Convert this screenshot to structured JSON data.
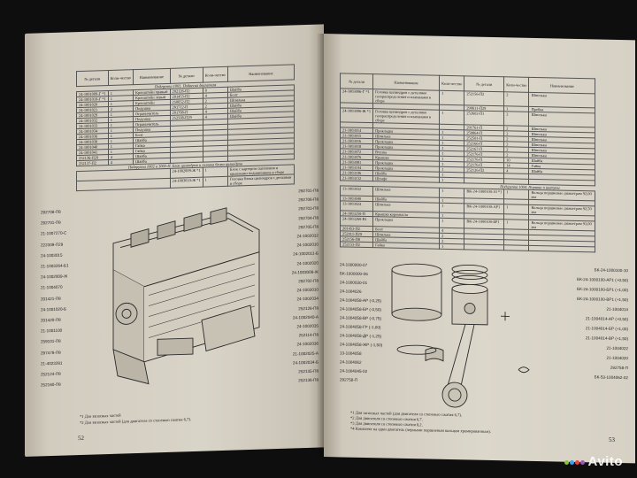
{
  "left_page": {
    "table_headers": [
      "№ детали",
      "Коли-чество",
      "Наименование",
      "№ детали",
      "Коли-чество",
      "Наименование"
    ],
    "group_1001": "Подгруппа 1001. Подвеска двигателя",
    "group_1002": "Подгруппа 1002 и 1003-П. Блок цилиндров и головка блока цилиндров",
    "rows_a": [
      [
        "24-1001009-Г *1",
        "1",
        "Кронштейн правый"
      ],
      [
        "24-1001010-Г *1",
        "1",
        "Кронштейн левый"
      ],
      [
        "24-1001020",
        "1",
        "Кронштейн"
      ],
      [
        "24-1001021",
        "2",
        "Подушка"
      ],
      [
        "24-1001029",
        "1",
        "Ограничитель"
      ],
      [
        "24-1001032",
        "1",
        "Подушка"
      ],
      [
        "24-1001033",
        "1",
        "Ограничитель"
      ],
      [
        "24-1001034",
        "1",
        "Подушка"
      ],
      [
        "24-1001036",
        "1",
        "Болт"
      ],
      [
        "24-1001038",
        "1",
        "Шайба"
      ],
      [
        "24-1001040",
        "1",
        "Гайка"
      ],
      [
        "24-1001041",
        "1",
        "Гайка"
      ],
      [
        "252136-П29",
        "4",
        "Шайба"
      ],
      [
        "252137-П2",
        "4",
        "Шайба"
      ]
    ],
    "rows_b": [
      [
        "292126-П2",
        "8",
        "Шайба"
      ],
      [
        "201453-П2",
        "4",
        "Болт"
      ],
      [
        "250652-П2",
        "2",
        "Шпилька"
      ],
      [
        "291712-П",
        "2",
        "Шайба"
      ],
      [
        "291708-П",
        "4",
        "Шайба"
      ],
      [
        "252508-П29",
        "4",
        "Шайба"
      ]
    ],
    "rows_c": [
      [
        "24-1002009-Ж *1",
        "1",
        "Блок с картером сцепления и крышками подшипников в сборе"
      ],
      [
        "24-1003010-Ж *1",
        "1",
        "Головка блока цилиндров с деталями в сборе"
      ]
    ],
    "callouts_left": [
      "292708-П8",
      "292701-П8",
      "21-1007270-С",
      "222309-П29",
      "24-1003015",
      "21-1003264-Б1",
      "24-1002009-Ж",
      "21-1004070",
      "201421-П8",
      "24-1001020-Б",
      "201420-П8",
      "21-1001100",
      "259101-П8",
      "297478-П8",
      "21-4023281",
      "252124-П8",
      "252160-П8"
    ],
    "callouts_right": [
      "292701-П8",
      "292706-П8",
      "292703-П8",
      "292704-П8",
      "292705-П8",
      "24-1002032",
      "24-1002010",
      "24-1002011-Б",
      "24-1002020",
      "24-1003008-Ж",
      "292702-П8",
      "24-1003010",
      "24-1002034",
      "252128-П8",
      "24-1002040-А",
      "24-1002035",
      "252114-П8",
      "24-1002036",
      "21-1002025-А",
      "24-1002034-Б",
      "252135-П8",
      "252136-П8"
    ],
    "footnotes": [
      "*1 Для запасных частей",
      "*2 Для запасных частей (для двигателя со степенью сжатия 6,7)."
    ],
    "page_number": "52"
  },
  "right_page": {
    "table_headers": [
      "№ детали",
      "Наименование",
      "Коли-чество",
      "№ детали",
      "Коли-чество",
      "Наименование"
    ],
    "rows_a": [
      [
        "24-1003006-Г *1",
        "Головка цилиндров с деталями газораспределения и клапанами в сборе",
        "1",
        "252156-П2",
        "2",
        "Шпилька"
      ],
      [
        "",
        "",
        "",
        "290611-П29",
        "1",
        "Пробка"
      ],
      [
        "24-1003006-Ж *1",
        "Головка цилиндров с деталями газораспределения и клапанами в сборе",
        "1",
        "252602-П1",
        "2",
        "Шпилька"
      ],
      [
        "",
        "",
        "",
        "291761-П",
        "2",
        "Шпилька"
      ],
      [
        "21-1003014",
        "Прокладка",
        "1",
        "250864-П",
        "2",
        "Шпилька"
      ],
      [
        "21-1003015",
        "Шпилька",
        "1",
        "252501-П",
        "2",
        "Шпилька"
      ],
      [
        "21-1003016",
        "Прокладка",
        "1",
        "252166-П",
        "2",
        "Шпилька"
      ],
      [
        "21-1003018",
        "Прокладка",
        "1",
        "252167-П",
        "2",
        "Шпилька"
      ],
      [
        "21-1003072",
        "Втулка",
        "1",
        "252176-П",
        "2",
        "Шпилька"
      ],
      [
        "21-1003076",
        "Крышка",
        "1",
        "252176-П",
        "10",
        "Шайба"
      ],
      [
        "21-1003081",
        "Прокладка",
        "1",
        "252176-П",
        "14",
        "Гайка"
      ],
      [
        "21-1003104",
        "Прокладка",
        "1",
        "252126-П2",
        "4",
        "Шайба"
      ],
      [
        "21-1003106",
        "Шайба",
        "1",
        "",
        "",
        ""
      ],
      [
        "21-1003152",
        "Штифт",
        "1",
        "",
        "",
        ""
      ]
    ],
    "group_1004": "Подгруппа 1004. Поршни и шатуны",
    "rows_b": [
      [
        "13-1003032",
        "Шпилька",
        "1",
        "ВК-24-1000100-10 *1",
        "1",
        "Кольца поршневые диаметром 92,00 мм"
      ],
      [
        "13-1003040",
        "Шайба",
        "1",
        "",
        "",
        ""
      ],
      [
        "13-1003024",
        "Шпилька",
        "1",
        "ВК-24-1000100-АР1",
        "1",
        "Кольца поршневые диаметром 92,50 мм"
      ],
      [
        "24-1003250-П",
        "Крышка коромысла",
        "1",
        "",
        "",
        ""
      ],
      [
        "24-1003260-В1",
        "Прокладка",
        "1",
        "ВК-24-1000100-БР1",
        "1",
        "Кольца поршневые диаметром 93,00 мм"
      ],
      [
        "201453-П2",
        "Болт",
        "4",
        "",
        "",
        ""
      ],
      [
        "252011-П29",
        "Шпилька",
        "2",
        "",
        "",
        ""
      ],
      [
        "252156-П8",
        "Шайба",
        "2",
        "",
        "",
        ""
      ],
      [
        "252153-П2",
        "Гайка",
        "1",
        "",
        "",
        ""
      ]
    ],
    "callouts": [
      "24-1000000-07",
      "БК-1000000-06",
      "24-1000030-01",
      "24-1004026",
      "24-1004058-АР (-0,25)",
      "24-1004058-БР (-0,50)",
      "24-1004058-ВР (-0,75)",
      "24-1004058-ГР (-1,00)",
      "24-1004058-ДР (-1,25)",
      "24-1004058-ЖР (-1,50)",
      "13-1004058",
      "24-1004062",
      "24-1004045-02",
      "292758-П",
      "БК-24-1000100-10",
      "БК-24-1000100-АР1 (+0,50)",
      "БК-24-1000100-БР1 (+1,00)",
      "БК-24-1000100-ВР1 (+1,50)",
      "21-1004014",
      "21-1004014-АР (+0,50)",
      "21-1004014-БР (+1,00)",
      "21-1004014-ВР (+1,50)",
      "21-1004022",
      "21-1004020",
      "292758-П",
      "БК-53-1004062-02"
    ],
    "footnotes": [
      "*1 Для запасных частей (для двигателя со степенью сжатия 6,7).",
      "*2 Для двигателя со степенью сжатия 6,7.",
      "*3 Для двигателя со степенью сжатия 8,2.",
      "*4 Комплект на один двигатель (черными поршневым кольцом хромированным)."
    ],
    "page_number": "53"
  },
  "watermark": "Avito"
}
